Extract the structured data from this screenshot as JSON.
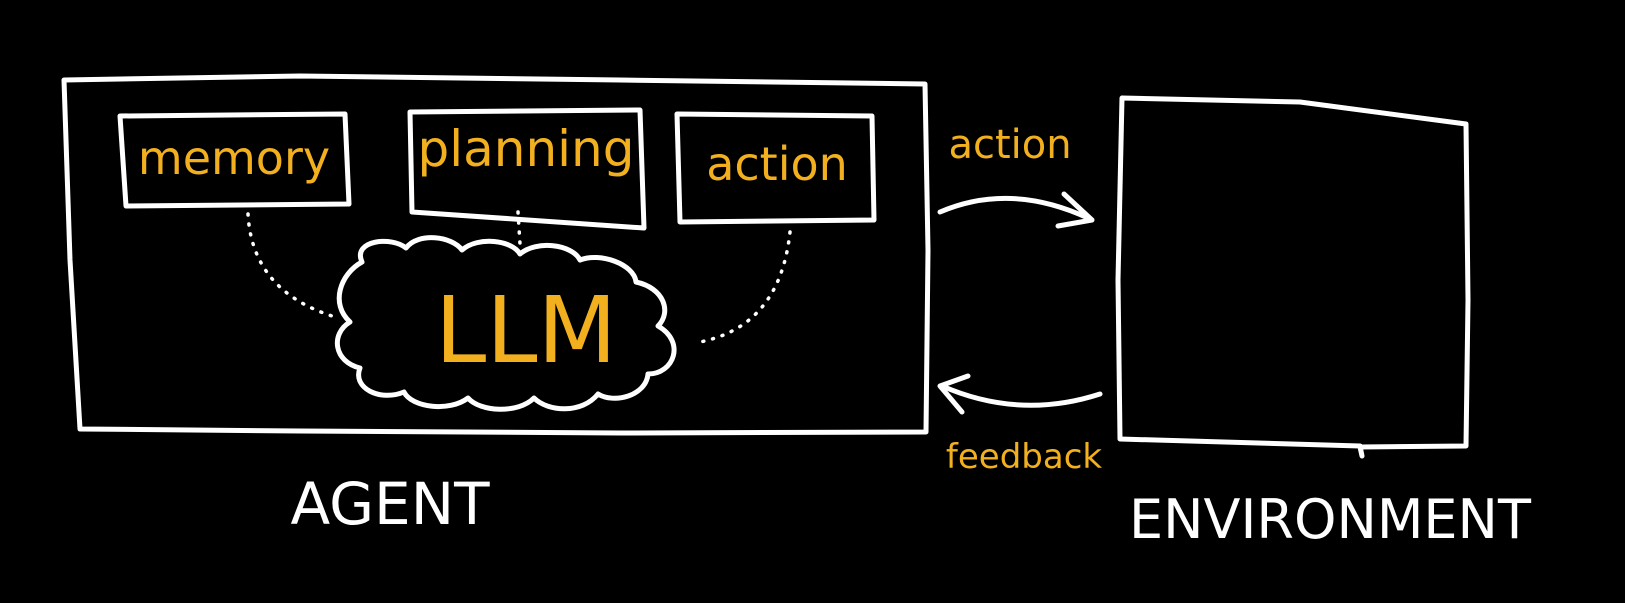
{
  "agent": {
    "title": "AGENT",
    "modules": [
      {
        "label": "memory"
      },
      {
        "label": "planning"
      },
      {
        "label": "action"
      }
    ],
    "core": {
      "label": "LLM"
    }
  },
  "environment": {
    "title": "ENVIRONMENT"
  },
  "arrows": {
    "to_environment": "action",
    "to_agent": "feedback"
  },
  "colors": {
    "background": "#000000",
    "stroke": "#ffffff",
    "accent": "#f2b01e"
  }
}
